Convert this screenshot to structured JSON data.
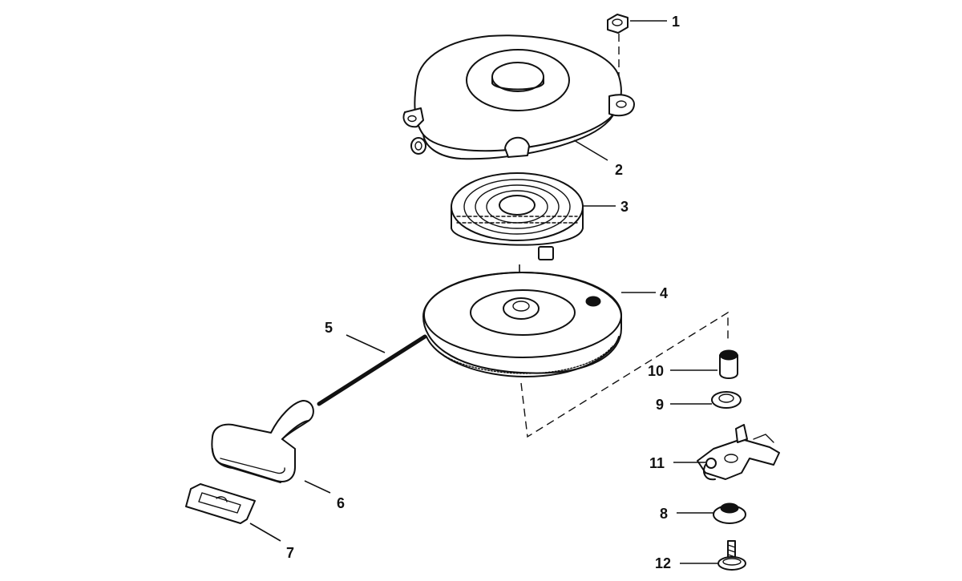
{
  "callouts": [
    {
      "id": "p1",
      "label": "1"
    },
    {
      "id": "p2",
      "label": "2"
    },
    {
      "id": "p3",
      "label": "3"
    },
    {
      "id": "p4",
      "label": "4"
    },
    {
      "id": "p5",
      "label": "5"
    },
    {
      "id": "p6",
      "label": "6"
    },
    {
      "id": "p7",
      "label": "7"
    },
    {
      "id": "p8",
      "label": "8"
    },
    {
      "id": "p9",
      "label": "9"
    },
    {
      "id": "p10",
      "label": "10"
    },
    {
      "id": "p11",
      "label": "11"
    },
    {
      "id": "p12",
      "label": "12"
    }
  ],
  "colors": {
    "ink": "#111111",
    "background": "#ffffff"
  }
}
